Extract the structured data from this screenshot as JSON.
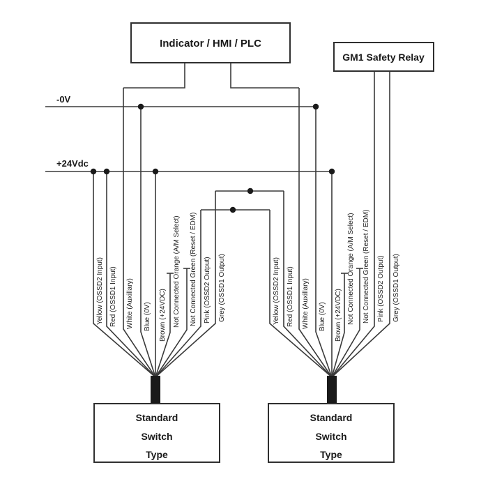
{
  "boxes": {
    "indicator": {
      "label": "Indicator / HMI / PLC"
    },
    "gm1_relay": {
      "label": "GM1 Safety Relay"
    },
    "switch_left": {
      "lines": [
        "Standard",
        "Switch",
        "Type"
      ]
    },
    "switch_right": {
      "lines": [
        "Standard",
        "Switch",
        "Type"
      ]
    }
  },
  "buses": {
    "zero_v_label": "-0V",
    "plus_24vdc_label": "+24Vdc"
  },
  "wire_labels": {
    "yellow": "Yellow (OSSD2 Input)",
    "red": "Red (OSSD1 Input)",
    "white": "White (Auxillary)",
    "blue": "Blue (0V)",
    "brown": "Brown (+24VDC)",
    "orange": "Not Connected Orange (A/M Select)",
    "green": "Not Connected Green (Reset / EDM)",
    "pink": "Pink (OSSD2 Output)",
    "grey": "Grey (OSSD1 Output)"
  },
  "colors": {
    "wire": "#3a3a3a",
    "cable": "#1a1a1a",
    "background": "#ffffff",
    "text": "#1a1a1a"
  }
}
